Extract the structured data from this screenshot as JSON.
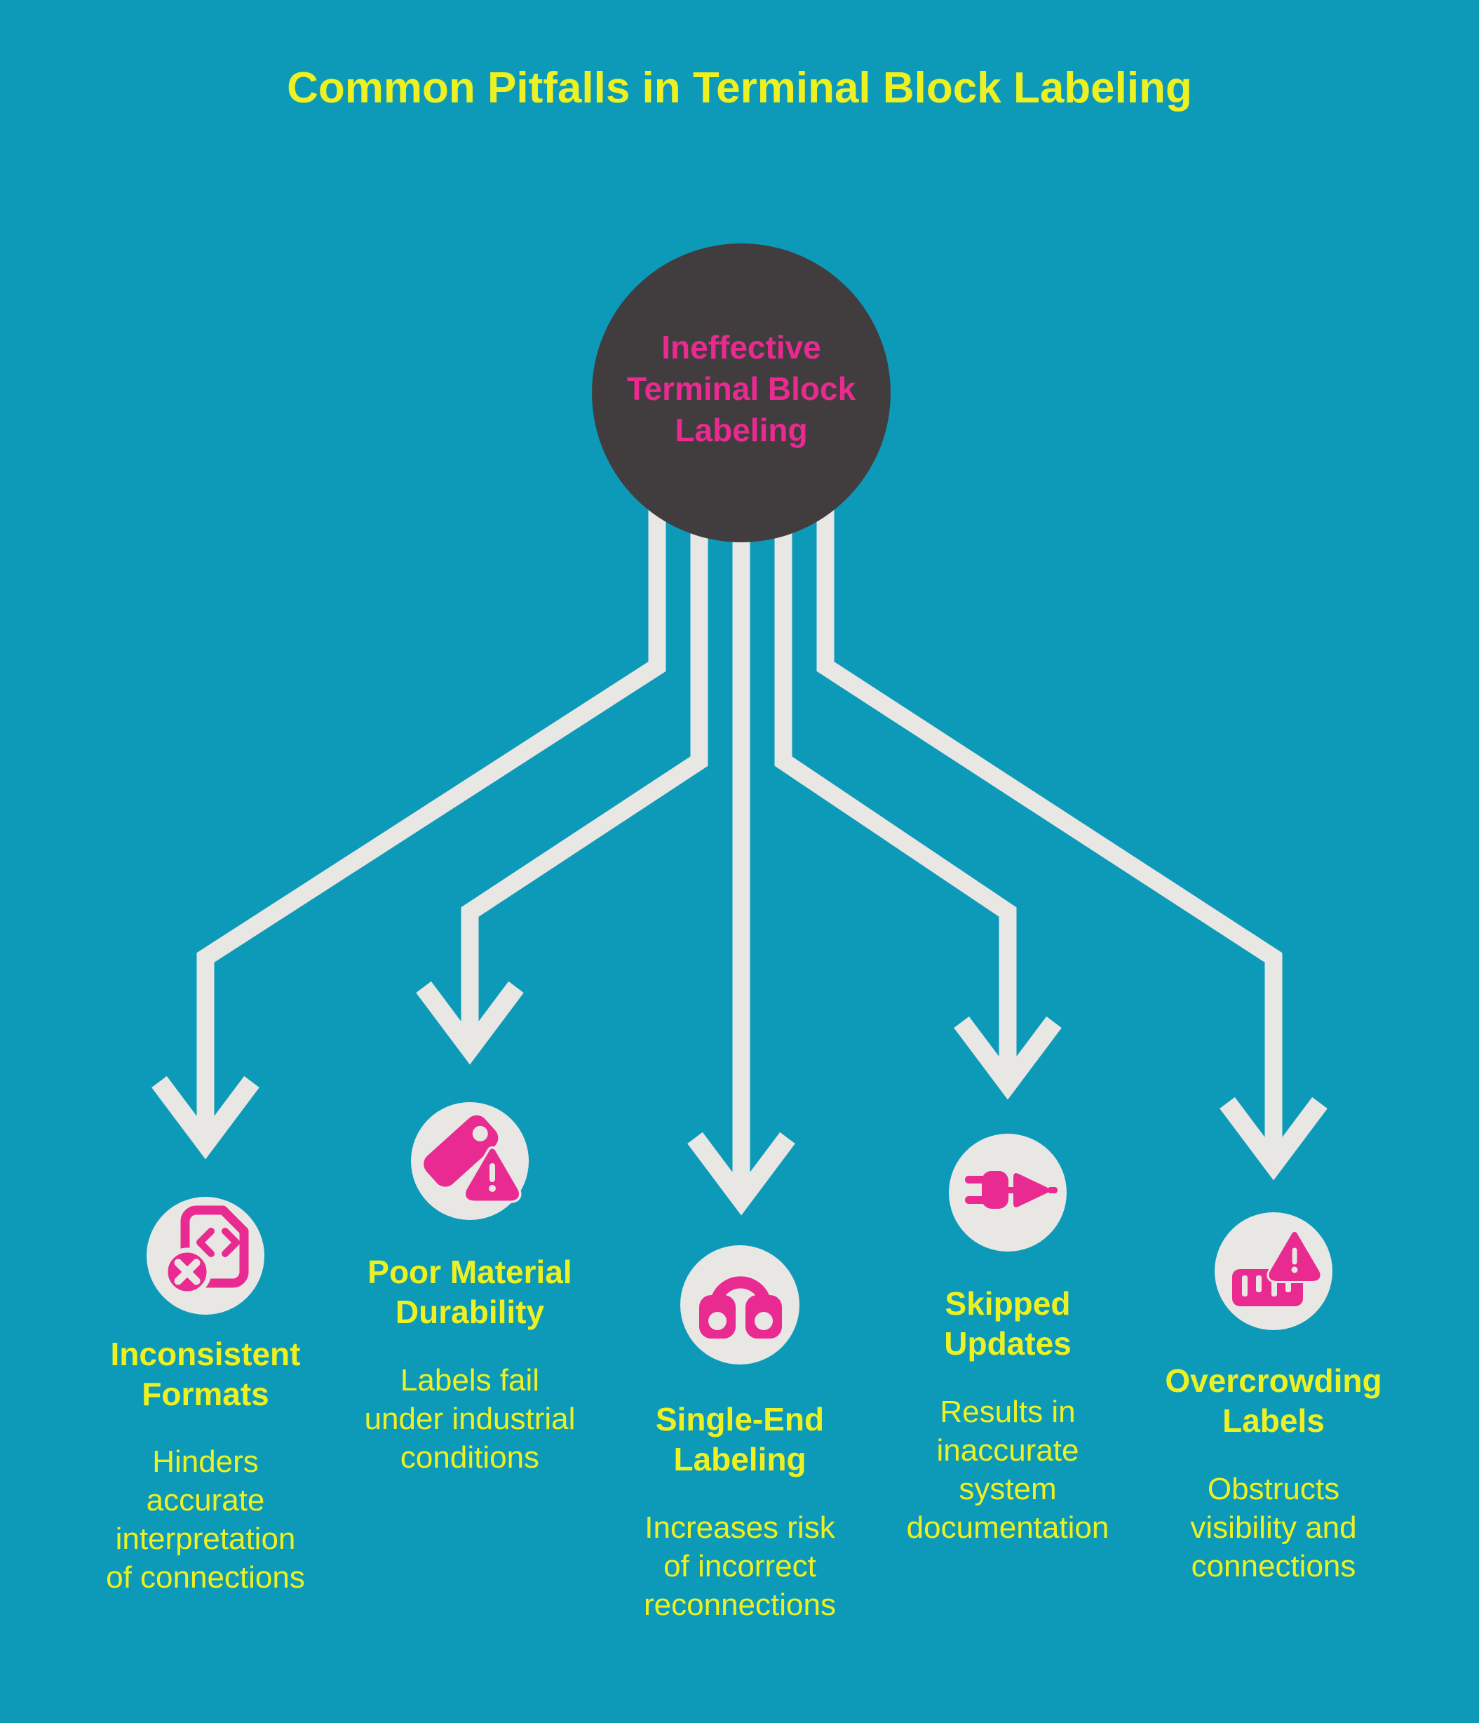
{
  "title": "Common Pitfalls in Terminal Block Labeling",
  "center": {
    "label": "Ineffective\nTerminal Block\nLabeling"
  },
  "branches": [
    {
      "icon": "document-error-icon",
      "heading": "Inconsistent\nFormats",
      "description": "Hinders\naccurate\ninterpretation\nof connections"
    },
    {
      "icon": "tag-warning-icon",
      "heading": "Poor Material\nDurability",
      "description": "Labels fail\nunder industrial\nconditions"
    },
    {
      "icon": "handcuffs-icon",
      "heading": "Single-End\nLabeling",
      "description": "Increases risk\nof incorrect\nreconnections"
    },
    {
      "icon": "plug-connection-icon",
      "heading": "Skipped\nUpdates",
      "description": "Results in\ninaccurate\nsystem\ndocumentation"
    },
    {
      "icon": "barcode-warning-icon",
      "heading": "Overcrowding\nLabels",
      "description": "Obstructs\nvisibility and\nconnections"
    }
  ],
  "colors": {
    "background": "#0d9ab9",
    "pink": "#e92a90",
    "yellow": "#eef121",
    "dark": "#413d3e",
    "line": "#e9e7e4"
  }
}
